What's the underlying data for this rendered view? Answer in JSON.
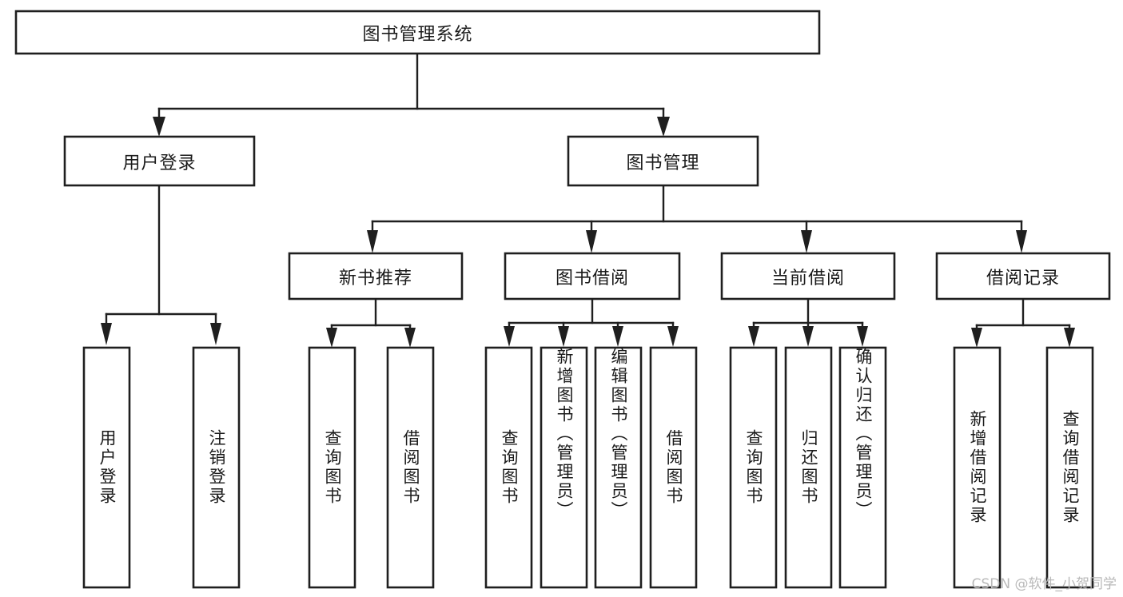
{
  "diagram": {
    "title": "图书管理系统",
    "type": "hierarchy-tree",
    "colors": {
      "box_stroke": "#1f1f1f",
      "box_fill": "#ffffff",
      "connector": "#1f1f1f",
      "text": "#1a1a1a",
      "background": "#ffffff",
      "watermark": "#b9b9b9"
    },
    "levels": {
      "root": {
        "label": "图书管理系统"
      },
      "level2": [
        {
          "label": "用户登录"
        },
        {
          "label": "图书管理"
        }
      ],
      "level3": [
        {
          "label": "新书推荐"
        },
        {
          "label": "图书借阅"
        },
        {
          "label": "当前借阅"
        },
        {
          "label": "借阅记录"
        }
      ],
      "leaves_user_login": [
        {
          "label": "用户登录"
        },
        {
          "label": "注销登录"
        }
      ],
      "leaves_new_book": [
        {
          "label": "查询图书"
        },
        {
          "label": "借阅图书"
        }
      ],
      "leaves_borrow": [
        {
          "label": "查询图书"
        },
        {
          "label": "新增图书（管理员）"
        },
        {
          "label": "编辑图书（管理员）"
        },
        {
          "label": "借阅图书"
        }
      ],
      "leaves_current": [
        {
          "label": "查询图书"
        },
        {
          "label": "归还图书"
        },
        {
          "label": "确认归还（管理员）"
        }
      ],
      "leaves_records": [
        {
          "label": "新增借阅记录"
        },
        {
          "label": "查询借阅记录"
        }
      ]
    },
    "watermark": "CSDN @软件_小贺同学"
  }
}
